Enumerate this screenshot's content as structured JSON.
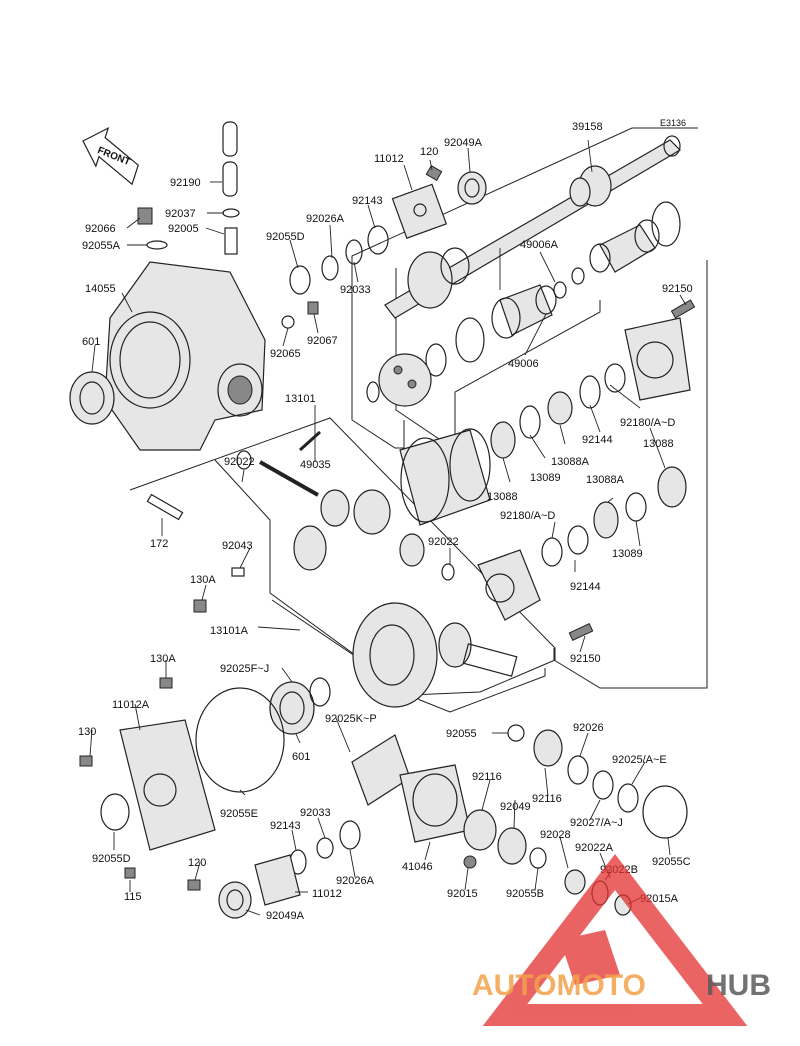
{
  "diagram_code": "E3136",
  "front_label": "FRONT",
  "watermark": {
    "text_orange": "AUTOMOTO",
    "text_gray": "HUB",
    "color_orange": "#f4a24b",
    "color_red": "#e3302f",
    "color_gray": "#5a5a5a"
  },
  "labels": {
    "p39158": "39158",
    "p92049A_top": "92049A",
    "p11012_top": "11012",
    "p120_top": "120",
    "p92190": "92190",
    "p92143_top": "92143",
    "p92066": "92066",
    "p92037": "92037",
    "p92005": "92005",
    "p92026A_top": "92026A",
    "p92055A": "92055A",
    "p92055D_top": "92055D",
    "p92033_top": "92033",
    "p49006A": "49006A",
    "p14055": "14055",
    "p92150_top": "92150",
    "p601_top": "601",
    "p92065": "92065",
    "p92067": "92067",
    "p49006": "49006",
    "p13101": "13101",
    "p92180AD_right": "92180/A~D",
    "p49035": "49035",
    "p92144_right": "92144",
    "p13088_right": "13088",
    "p92022_left": "92022",
    "p13088A_mid": "13088A",
    "p13089_mid": "13089",
    "p13088_mid": "13088",
    "p13088A_right": "13088A",
    "p172": "172",
    "p92180AD_mid": "92180/A~D",
    "p92043": "92043",
    "p92022_mid": "92022",
    "p13089_right": "13089",
    "p130A_left": "130A",
    "p92144_mid": "92144",
    "p13101A": "13101A",
    "p92150_bottom": "92150",
    "p130A_mid": "130A",
    "p92025FJ": "92025F~J",
    "p11012A": "11012A",
    "p92025KP": "92025K~P",
    "p92055_mid": "92055",
    "p92026_right": "92026",
    "p130": "130",
    "p601_mid": "601",
    "p92025AE": "92025/A~E",
    "p92116_a": "92116",
    "p92116_b": "92116",
    "p92049": "92049",
    "p92027AJ": "92027/A~J",
    "p92033_bottom": "92033",
    "p92143_bottom": "92143",
    "p92055E": "92055E",
    "p92028": "92028",
    "p92022A": "92022A",
    "p92055D_bottom": "92055D",
    "p92055C": "92055C",
    "p41046": "41046",
    "p92026A_bottom": "92026A",
    "p120_bottom": "120",
    "p92022B": "92022B",
    "p115": "115",
    "p92015": "92015",
    "p92055B": "92055B",
    "p11012_bottom": "11012",
    "p92015A": "92015A",
    "p92049A_bottom": "92049A"
  }
}
